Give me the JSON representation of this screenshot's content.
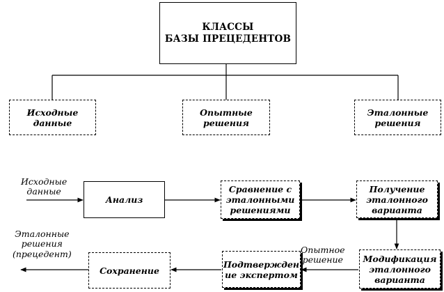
{
  "header": {
    "title_line1": "КЛАССЫ",
    "title_line2": "БАЗЫ ПРЕЦЕДЕНТОВ"
  },
  "classes": [
    {
      "line1": "Исходные",
      "line2": "данные"
    },
    {
      "line1": "Опытные",
      "line2": "решения"
    },
    {
      "line1": "Эталонные",
      "line2": "решения"
    }
  ],
  "process": {
    "input_line1": "Исходные",
    "input_line2": "данные",
    "analysis": "Анализ",
    "compare_line1": "Сравнение с",
    "compare_line2": "эталонными",
    "compare_line3": "решениями",
    "obtain_line1": "Получение",
    "obtain_line2": "эталонного",
    "obtain_line3": "варианта",
    "modify_line1": "Модификация",
    "modify_line2": "эталонного",
    "modify_line3": "варианта",
    "exp_line1": "Опытное",
    "exp_line2": "решение",
    "confirm_line1": "Подтвержден",
    "confirm_line2": "ие экспертом",
    "save": "Сохранение",
    "output_line1": "Эталонные",
    "output_line2": "решения",
    "output_line3": "(прецедент)"
  }
}
